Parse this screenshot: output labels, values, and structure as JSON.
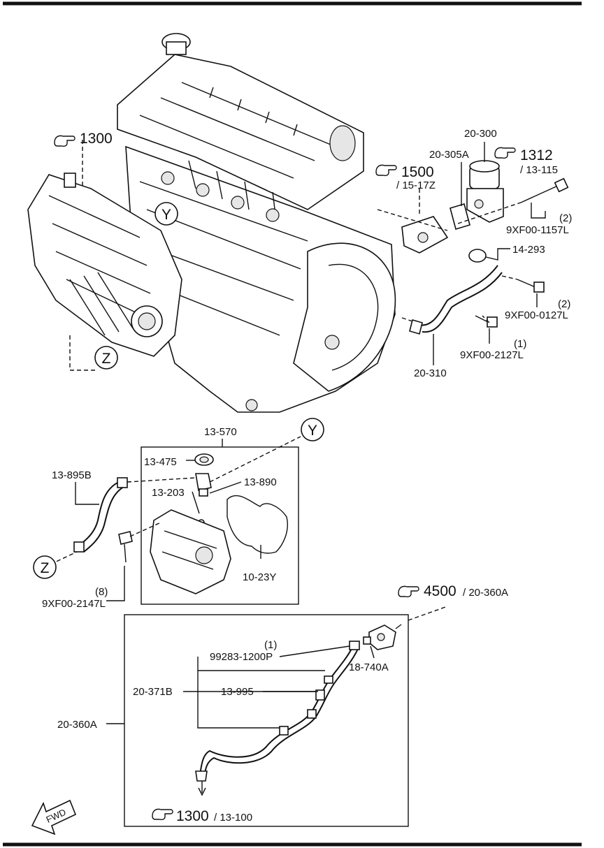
{
  "labels": {
    "ref_1300_top": "1300",
    "ref_1312": "1312",
    "ref_13_115": "/ 13-115",
    "ref_1500": "1500",
    "ref_15_17z": "/ 15-17Z",
    "p20_300": "20-300",
    "p20_305a": "20-305A",
    "p14_293": "14-293",
    "p9xf00_1157l": "9XF00-1157L",
    "q1157": "(2)",
    "p9xf00_0127l": "9XF00-0127L",
    "q0127": "(2)",
    "p9xf00_2127l": "9XF00-2127L",
    "q2127": "(1)",
    "p20_310": "20-310",
    "callout_y": "Y",
    "callout_z": "Z",
    "p13_570": "13-570",
    "p13_475": "13-475",
    "p13_895b": "13-895B",
    "p13_890": "13-890",
    "p13_203": "13-203",
    "p10_23y": "10-23Y",
    "q2147": "(8)",
    "p9xf00_2147l": "9XF00-2147L",
    "ref_4500": "4500",
    "ref_20_360a": "/ 20-360A",
    "q99283": "(1)",
    "p99283_1200p": "99283-1200P",
    "p18_740a": "18-740A",
    "p20_371b": "20-371B",
    "p13_995": "13-995",
    "p20_360a": "20-360A",
    "ref_1300_bottom": "1300",
    "ref_13_100": "/ 13-100",
    "fwd": "FWD"
  },
  "icons": {
    "reference": "pointing-hand-icon",
    "direction": "forward-arrow-icon"
  },
  "colors": {
    "ink": "#111111",
    "paper": "#ffffff"
  }
}
